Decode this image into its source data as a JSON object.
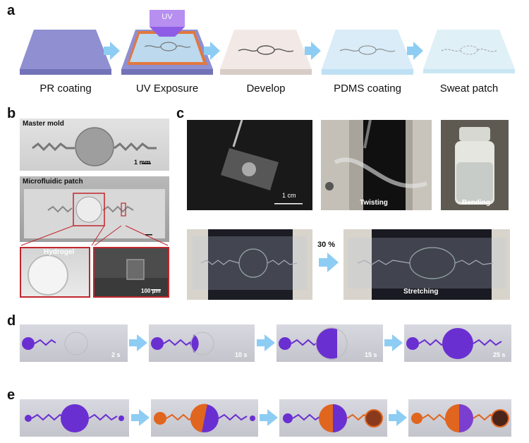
{
  "panels": {
    "a": "a",
    "b": "b",
    "c": "c",
    "d": "d",
    "e": "e"
  },
  "panel_a": {
    "uv_label": "UV",
    "steps": [
      "PR coating",
      "UV Exposure",
      "Develop",
      "PDMS coating",
      "Sweat patch"
    ]
  },
  "panel_b": {
    "master_label": "Master mold",
    "scale_1": "1 mm",
    "patch_label": "Microfluidic patch",
    "hydrogel_label": "Hydrogel",
    "scale_2": "100 μm"
  },
  "panel_c": {
    "scale": "1 cm",
    "twisting": "Twisting",
    "bending": "Bending",
    "strain": "30 %",
    "stretching": "Stretching"
  },
  "panel_d": {
    "times": [
      "2 s",
      "10 s",
      "15 s",
      "25 s"
    ]
  },
  "colors": {
    "arrow": "#8ecdf3",
    "purple": "#6a2fd1",
    "orange": "#e0651e",
    "frame_red": "#c0262d"
  }
}
